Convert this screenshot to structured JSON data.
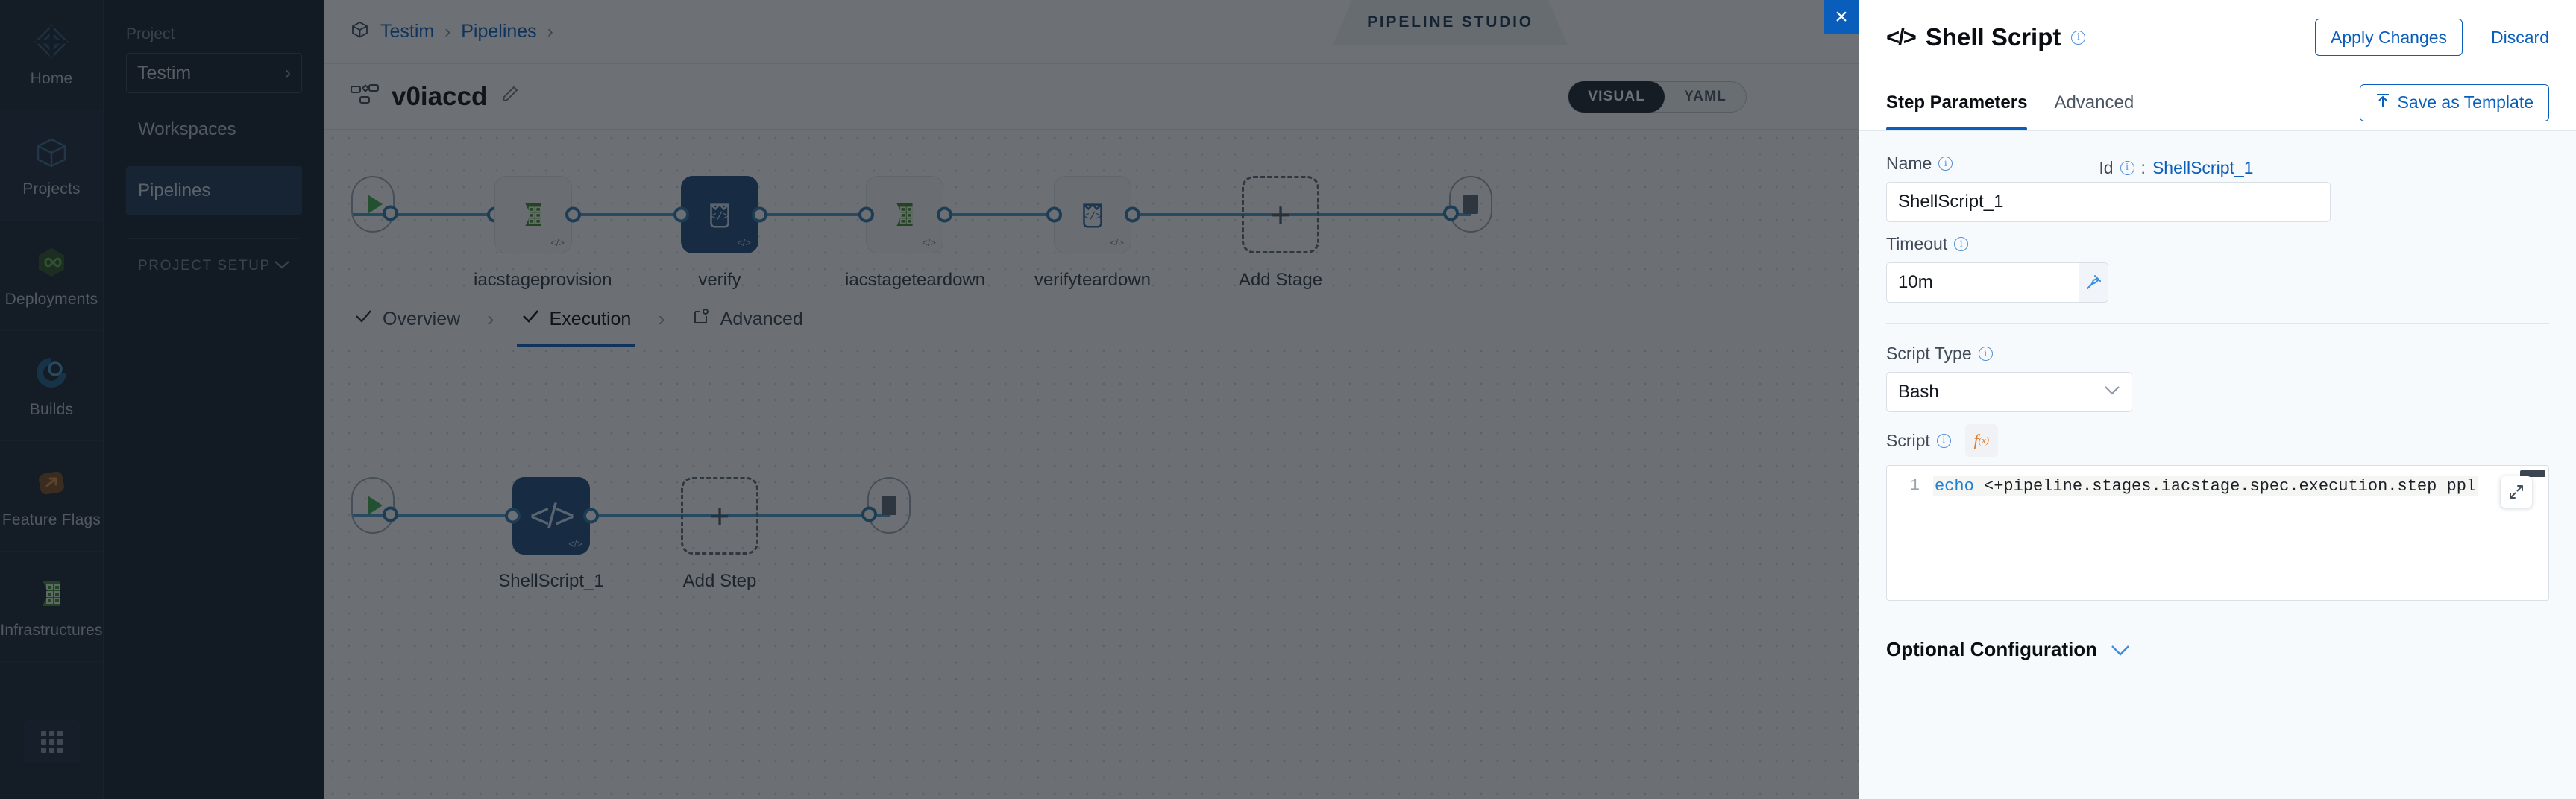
{
  "rail": {
    "items": [
      {
        "label": "Home",
        "icon": "home-diamond-icon",
        "selected": false
      },
      {
        "label": "Projects",
        "icon": "cube-icon",
        "selected": true
      },
      {
        "label": "Deployments",
        "icon": "deployments-infinity-icon",
        "selected": false
      },
      {
        "label": "Builds",
        "icon": "builds-circle-icon",
        "selected": false
      },
      {
        "label": "Feature Flags",
        "icon": "feature-flags-icon",
        "selected": false
      },
      {
        "label": "Infrastructures",
        "icon": "infrastructures-icon",
        "selected": false
      }
    ],
    "grid_button": "app-grid-icon"
  },
  "project_nav": {
    "caption": "Project",
    "selected_project": "Testim",
    "links": [
      {
        "label": "Workspaces",
        "active": false
      },
      {
        "label": "Pipelines",
        "active": true
      }
    ],
    "setup_label": "PROJECT SETUP"
  },
  "topbar": {
    "breadcrumbs": [
      "Testim",
      "Pipelines"
    ],
    "studio_badge": "PIPELINE STUDIO"
  },
  "namebar": {
    "pipeline_name": "v0iaccd",
    "view_toggle": {
      "options": [
        "VISUAL",
        "YAML"
      ],
      "selected": "VISUAL"
    }
  },
  "canvas": {
    "stages": [
      {
        "name": "iacstageprovision",
        "type": "infrastructure",
        "selected": false
      },
      {
        "name": "verify",
        "type": "shell-script",
        "selected": true
      },
      {
        "name": "iacstageteardown",
        "type": "infrastructure",
        "selected": false
      },
      {
        "name": "verifyteardown",
        "type": "shell-script",
        "selected": false
      },
      {
        "name": "Add Stage",
        "type": "add",
        "selected": false
      }
    ],
    "steps": [
      {
        "name": "ShellScript_1",
        "type": "shell-script",
        "selected": true
      },
      {
        "name": "Add Step",
        "type": "add",
        "selected": false
      }
    ],
    "workflow_tabs": [
      {
        "label": "Overview",
        "checked": true,
        "selected": false
      },
      {
        "label": "Execution",
        "checked": true,
        "selected": true
      },
      {
        "label": "Advanced",
        "checked": false,
        "selected": false
      }
    ]
  },
  "drawer": {
    "close_label": "×",
    "title": "Shell Script",
    "apply_label": "Apply Changes",
    "discard_label": "Discard",
    "save_template_label": "Save as Template",
    "tabs": [
      {
        "label": "Step Parameters",
        "selected": true
      },
      {
        "label": "Advanced",
        "selected": false
      }
    ],
    "fields": {
      "name_label": "Name",
      "name_value": "ShellScript_1",
      "id_label": "Id",
      "id_sep": ":",
      "id_value": "ShellScript_1",
      "timeout_label": "Timeout",
      "timeout_value": "10m",
      "script_type_label": "Script Type",
      "script_type_value": "Bash",
      "script_label": "Script",
      "script_line_number": "1",
      "script_keyword": "echo",
      "script_code": " <+pipeline.stages.iacstage.spec.execution.step    ppl",
      "optional_config_label": "Optional Configuration"
    }
  },
  "colors": {
    "accent_blue": "#0a5ebb",
    "node_blue": "#1f4a7d",
    "rail_bg": "#15212f",
    "nav_bg": "#101b29"
  }
}
